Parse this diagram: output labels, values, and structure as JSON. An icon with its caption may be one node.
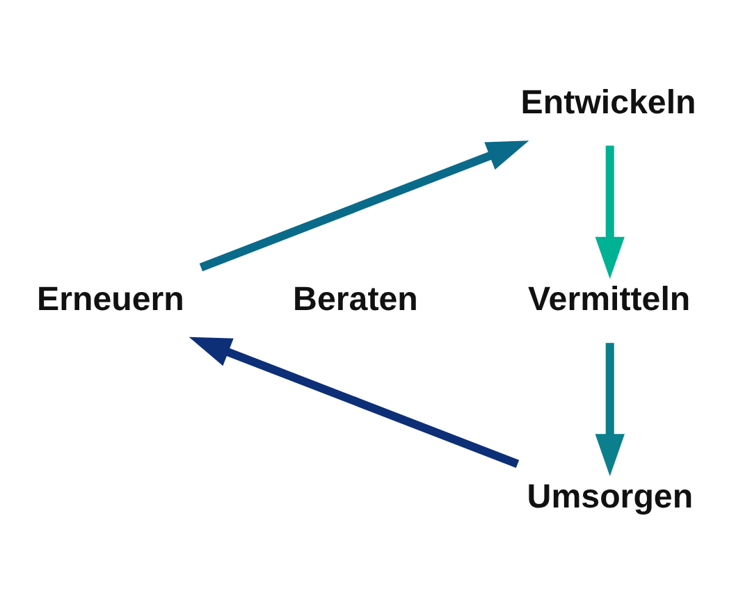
{
  "diagram": {
    "nodes": [
      {
        "text": [
          "Entwickeln"
        ]
      },
      {
        "text": [
          "Erneuern"
        ]
      },
      {
        "text": [
          "Beraten"
        ]
      },
      {
        "text": [
          "Vermitteln"
        ]
      },
      {
        "text": [
          "Umsorgen"
        ]
      }
    ],
    "edges": [
      {
        "from": 0,
        "to": 3,
        "arrow": "to",
        "color": "#00b294"
      },
      {
        "from": 3,
        "to": 4,
        "arrow": "to",
        "color": "#0b7f8c"
      },
      {
        "from": 4,
        "to": 1,
        "arrow": "to",
        "color": "#0d2f77"
      },
      {
        "from": 1,
        "to": 0,
        "arrow": "to",
        "color": "#0a6a8a"
      }
    ]
  }
}
